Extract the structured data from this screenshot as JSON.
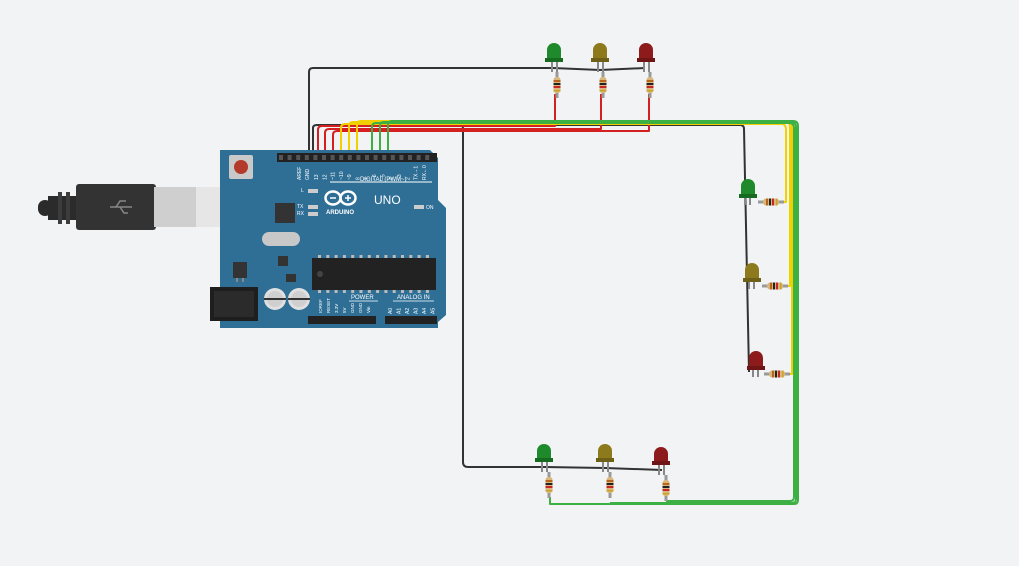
{
  "board": {
    "model": "UNO",
    "brand": "ARDUINO",
    "digital_label": "DIGITAL (PWM~)",
    "power_label": "POWER",
    "analog_label": "ANALOG IN",
    "on_label": "ON",
    "l_label": "L",
    "tx_label": "TX",
    "rx_label": "RX",
    "aref_label": "AREF",
    "gnd_label": "GND",
    "digital_pins": [
      "13",
      "12",
      "~11",
      "~10",
      "~9",
      "8",
      "7",
      "~6",
      "~5",
      "4",
      "~3",
      "2",
      "TX→1",
      "RX←0"
    ],
    "power_pins": [
      "IOREF",
      "RESET",
      "3.3V",
      "5V",
      "GND",
      "GND",
      "Vin"
    ],
    "analog_pins": [
      "A0",
      "A1",
      "A2",
      "A3",
      "A4",
      "A5"
    ]
  },
  "colors": {
    "board": "#2f6f96",
    "wire_black": "#333333",
    "wire_red": "#d42020",
    "wire_yellow": "#f1d000",
    "wire_green": "#3cb043",
    "led_green": "#1f8a2b",
    "led_yellow": "#8c7a1c",
    "led_red": "#8e1b1b"
  },
  "traffic_lights": [
    {
      "id": "top",
      "leds": [
        "green",
        "yellow",
        "red"
      ]
    },
    {
      "id": "right",
      "leds": [
        "green",
        "yellow",
        "red"
      ]
    },
    {
      "id": "bottom",
      "leds": [
        "green",
        "yellow",
        "red"
      ]
    }
  ],
  "icons": {
    "usb_cable": "usb-cable-icon",
    "reset_button": "reset-button-icon",
    "power_jack": "power-jack-icon"
  }
}
